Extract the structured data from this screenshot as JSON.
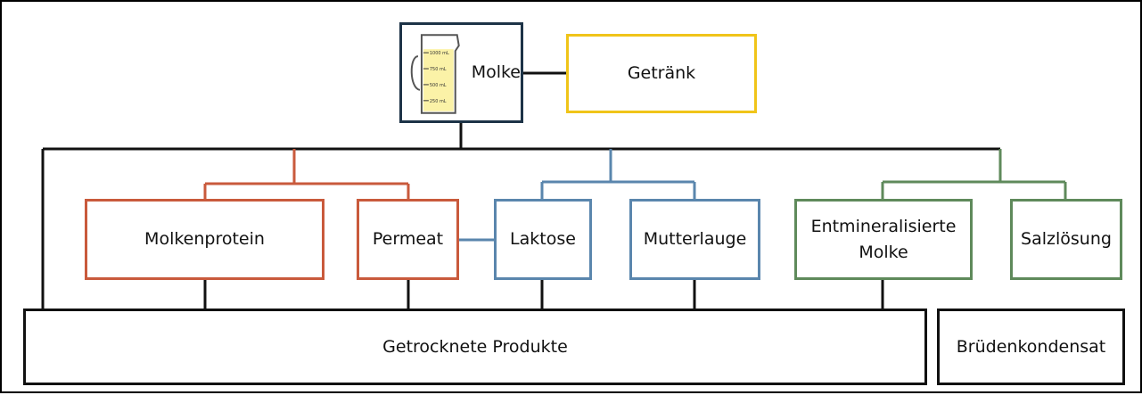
{
  "nodes": {
    "molke": "Molke",
    "getraenk": "Getränk",
    "molkenprotein": "Molkenprotein",
    "permeat": "Permeat",
    "laktose": "Laktose",
    "mutterlauge": "Mutterlauge",
    "entmineralisierte_molke": "Entmineralisierte Molke",
    "salzloesung": "Salzlösung",
    "getrocknete_produkte": "Getrocknete Produkte",
    "bruedenkondensat": "Brüdenkondensat"
  },
  "jug_marks": [
    "1000 mL",
    "750 mL",
    "500 mL",
    "250 mL"
  ],
  "colors": {
    "black": "#111111",
    "navy": "#1d3347",
    "yellow": "#f0c419",
    "red": "#c95a3c",
    "blue": "#5a86ad",
    "green": "#5f8a5b",
    "jug_fill": "#fbf2a7"
  }
}
